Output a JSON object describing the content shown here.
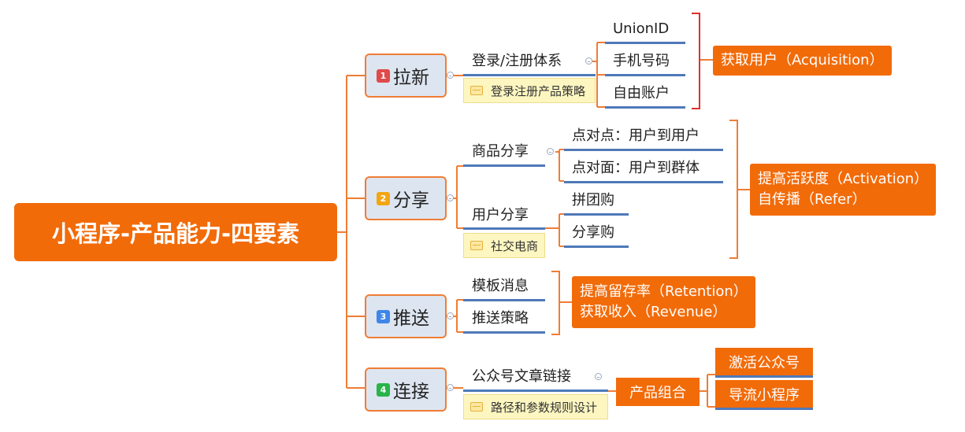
{
  "root": {
    "title": "小程序-产品能力-四要素"
  },
  "pillars": [
    {
      "badge": "1",
      "label": "拉新"
    },
    {
      "badge": "2",
      "label": "分享"
    },
    {
      "badge": "3",
      "label": "推送"
    },
    {
      "badge": "4",
      "label": "连接"
    }
  ],
  "lx": {
    "topic": "登录/注册体系",
    "note": "登录注册产品策略",
    "leaves": [
      "UnionID",
      "手机号码",
      "自由账户"
    ],
    "summary": "获取用户（Acquisition）"
  },
  "fx": {
    "topics": [
      "商品分享",
      "用户分享"
    ],
    "note": "社交电商",
    "leaves": [
      "点对点：用户到用户",
      "点对面：用户到群体",
      "拼团购",
      "分享购"
    ],
    "summary": [
      "提高活跃度（Activation）",
      "自传播（Refer）"
    ]
  },
  "ts": {
    "topics": [
      "模板消息",
      "推送策略"
    ],
    "summary": [
      "提高留存率（Retention）",
      "获取收入（Revenue）"
    ]
  },
  "lj": {
    "topic": "公众号文章链接",
    "note": "路径和参数规则设计",
    "combo": "产品组合",
    "leaves": [
      "激活公众号",
      "导流小程序"
    ]
  },
  "colors": {
    "accent": "#f26b09",
    "line": "#ef7d35",
    "underline": "#4f79b8",
    "bracket_red": "#e03030",
    "pillar_bg": "#dde5f0",
    "note_bg": "#fdf6c0"
  }
}
